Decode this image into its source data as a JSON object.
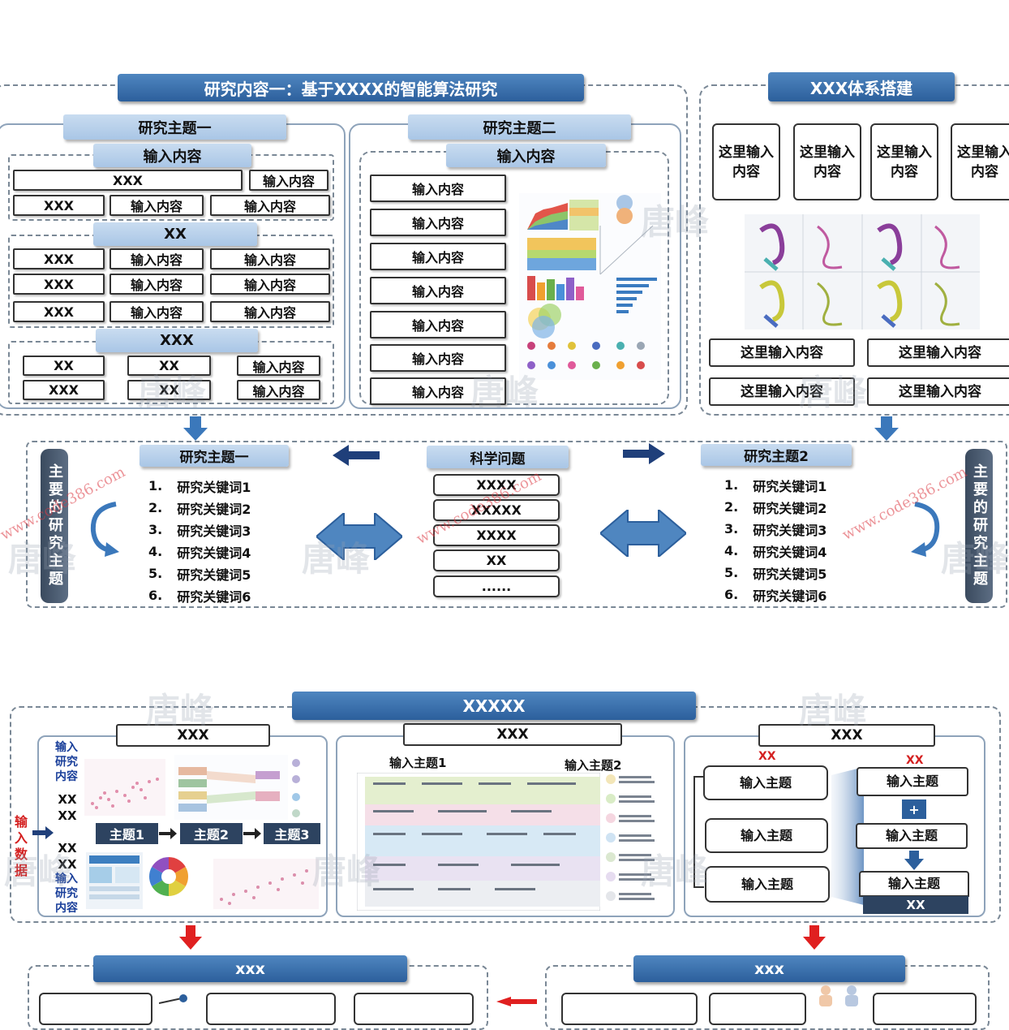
{
  "top_left": {
    "title": "研究内容一：基于XXXX的智能算法研究",
    "topic1": {
      "title": "研究主题一",
      "section1": {
        "header": "输入内容",
        "wide": "XXX",
        "wide_right": "输入内容",
        "row": [
          "XXX",
          "输入内容",
          "输入内容"
        ]
      },
      "section2": {
        "header": "XX",
        "rows": [
          [
            "XXX",
            "输入内容",
            "输入内容"
          ],
          [
            "XXX",
            "输入内容",
            "输入内容"
          ],
          [
            "XXX",
            "输入内容",
            "输入内容"
          ]
        ]
      },
      "section3": {
        "header": "XXX",
        "rows": [
          [
            "XX",
            "XX",
            "输入内容"
          ],
          [
            "XXX",
            "XX",
            "输入内容"
          ]
        ]
      }
    },
    "topic2": {
      "title": "研究主题二",
      "header": "输入内容",
      "items": [
        "输入内容",
        "输入内容",
        "输入内容",
        "输入内容",
        "输入内容",
        "输入内容",
        "输入内容"
      ]
    }
  },
  "top_right": {
    "title": "XXX体系搭建",
    "cards": [
      "这里输入内容",
      "这里输入内容",
      "这里输入内容",
      "这里输入内容"
    ],
    "bottom_boxes": [
      "这里输入内容",
      "这里输入内容",
      "这里输入内容",
      "这里输入内容"
    ]
  },
  "middle": {
    "left_vertical": "主要的研究主题",
    "right_vertical": "主要的研究主题",
    "topic1": {
      "title": "研究主题一",
      "keywords": [
        "研究关键词1",
        "研究关键词2",
        "研究关键词3",
        "研究关键词4",
        "研究关键词5",
        "研究关键词6"
      ]
    },
    "question": {
      "title": "科学问题",
      "items": [
        "XXXX",
        "XXXXX",
        "XXXX",
        "XX",
        "......"
      ]
    },
    "topic2": {
      "title": "研究主题2",
      "keywords": [
        "研究关键词1",
        "研究关键词2",
        "研究关键词3",
        "研究关键词4",
        "研究关键词5",
        "研究关键词6"
      ]
    },
    "numbers": [
      "1.",
      "2.",
      "3.",
      "4.",
      "5.",
      "6."
    ]
  },
  "lower": {
    "title": "XXXXX",
    "panel1": {
      "title": "XXX",
      "side_label": "输入数据",
      "top_label": "输入研究内容",
      "xx_labels": [
        "XX",
        "XX",
        "XX",
        "XX"
      ],
      "bottom_label": "输入研究内容",
      "topics": [
        "主题1",
        "主题2",
        "主题3"
      ]
    },
    "panel2": {
      "title": "XXX",
      "label1": "输入主题1",
      "label2": "输入主题2"
    },
    "panel3": {
      "title": "XXX",
      "red_left": "XX",
      "red_right": "XX",
      "left_boxes": [
        "输入主题",
        "输入主题",
        "输入主题"
      ],
      "right_boxes": [
        "输入主题",
        "输入主题",
        "输入主题"
      ],
      "plus": "+",
      "footer": "XX"
    }
  },
  "bottom": {
    "left_title": "xxx",
    "right_title": "xxx"
  },
  "watermark": {
    "brand": "唐峰",
    "url": "www.code386.com"
  },
  "colors": {
    "primary_blue": "#2c5f9c",
    "light_blue": "#b6d0ec",
    "navy": "#2d4360",
    "arrow_red": "#e02020",
    "arrow_blue": "#3b78bb"
  }
}
